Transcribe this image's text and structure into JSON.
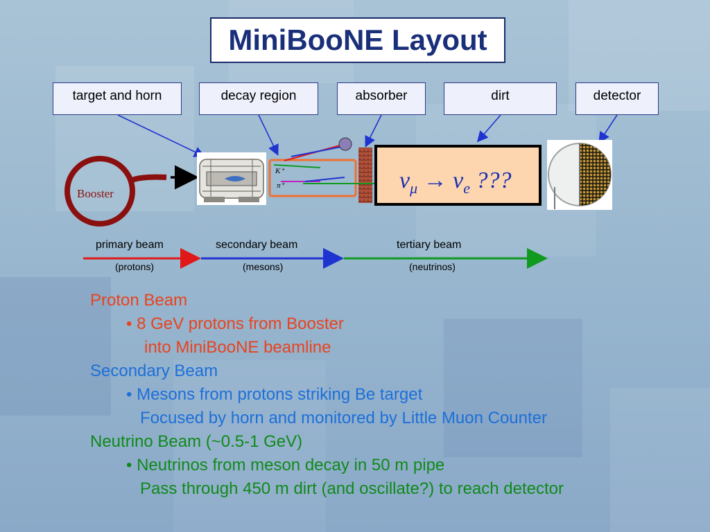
{
  "title": "MiniBooNE Layout",
  "labels": {
    "target_horn": "target and horn",
    "decay_region": "decay region",
    "absorber": "absorber",
    "dirt": "dirt",
    "detector": "detector"
  },
  "booster": "Booster",
  "oscillation": {
    "nu": "ν",
    "mu": "μ",
    "arrow": "→",
    "e": "e",
    "q": "???"
  },
  "mesons": {
    "k": "K⁺",
    "pi": "π⁺"
  },
  "beams": {
    "primary": {
      "label": "primary beam",
      "sub": "(protons)"
    },
    "secondary": {
      "label": "secondary beam",
      "sub": "(mesons)"
    },
    "tertiary": {
      "label": "tertiary beam",
      "sub": "(neutrinos)"
    }
  },
  "bullets": {
    "proton_head": "Proton Beam",
    "proton_1": "• 8 GeV protons from Booster",
    "proton_2": "into MiniBooNE beamline",
    "secondary_head": "Secondary Beam",
    "secondary_1": "• Mesons from protons striking Be target",
    "secondary_2": "Focused by horn and monitored by Little Muon Counter",
    "neutrino_head": "Neutrino Beam (~0.5-1 GeV)",
    "neutrino_1": "• Neutrinos from meson decay in 50 m pipe",
    "neutrino_2": "Pass through 450 m dirt (and oscillate?) to reach detector"
  },
  "colors": {
    "title": "#1a2f7a",
    "proton": "#e8431e",
    "secondary": "#1d6fd9",
    "neutrino": "#0f8a1a",
    "booster_ring": "#8a1010",
    "dirt_fill": "#fdd6b0"
  }
}
